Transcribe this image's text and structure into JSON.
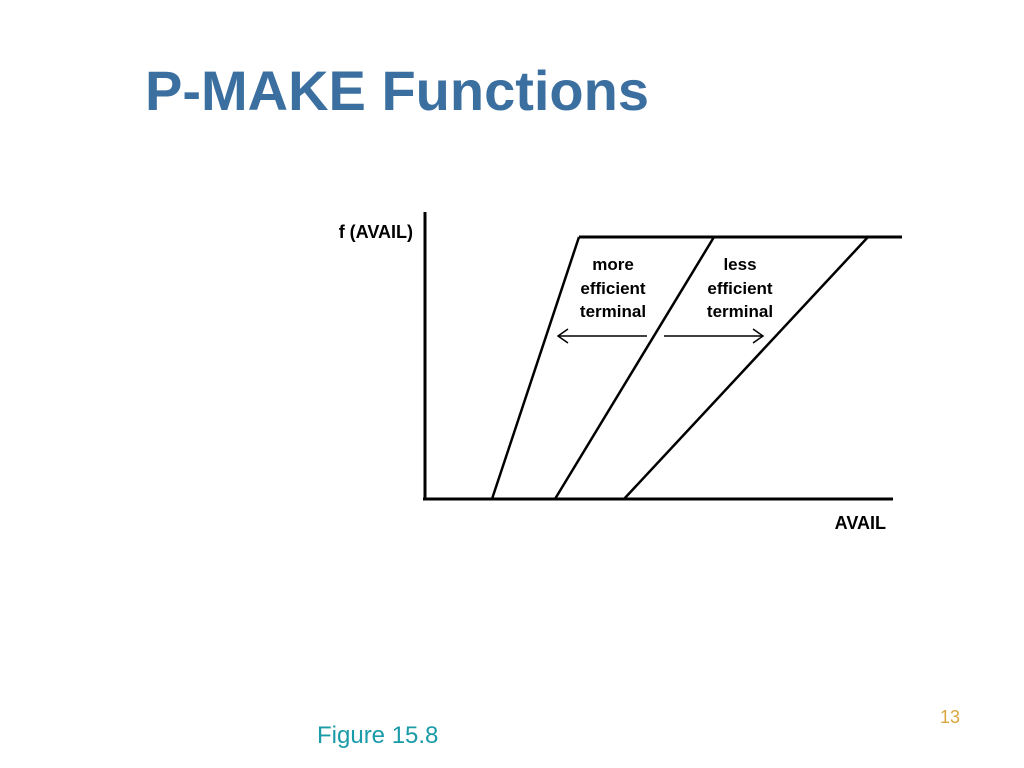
{
  "slide": {
    "title": "P-MAKE Functions",
    "caption": "Figure 15.8",
    "page_number": "13"
  },
  "diagram": {
    "y_axis_label": "f (AVAIL)",
    "x_axis_label": "AVAIL",
    "annotation_left": [
      "more",
      "efficient",
      "terminal"
    ],
    "annotation_right": [
      "less",
      "efficient",
      "terminal"
    ]
  },
  "colors": {
    "title": "#3b6fa0",
    "caption": "#1a9ba8",
    "page_number": "#d9a640",
    "lines": "#000000"
  }
}
